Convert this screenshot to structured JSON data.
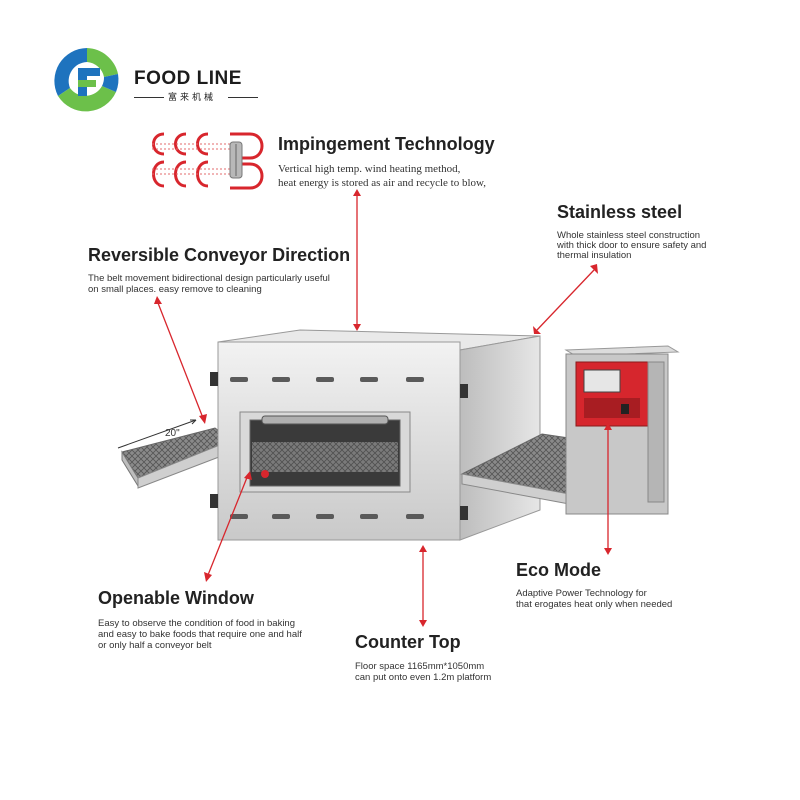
{
  "brand": {
    "name": "FOOD LINE",
    "subtitle": "富来机械"
  },
  "features": {
    "impingement": {
      "title": "Impingement Technology",
      "line1": "Vertical high temp. wind heating method,",
      "line2": "heat energy is stored as air  and recycle to blow,"
    },
    "stainless": {
      "title": "Stainless steel",
      "line1": "Whole stainless steel construction",
      "line2": "with thick door to ensure safety and",
      "line3": "thermal insulation"
    },
    "reversible": {
      "title": "Reversible Conveyor Direction",
      "line1": "The belt movement bidirectional design particularly useful",
      "line2": "on small places. easy remove to cleaning"
    },
    "eco": {
      "title": "Eco Mode",
      "line1": "Adaptive Power Technology for",
      "line2": "that erogates heat only when needed"
    },
    "window": {
      "title": "Openable Window",
      "line1": "Easy to observe the condition of food in baking",
      "line2": "and easy to bake foods that require one and half",
      "line3": "or only half a conveyor belt"
    },
    "counter": {
      "title": "Counter Top",
      "line1": "Floor space 1165mm*1050mm",
      "line2": "can put onto even 1.2m platform"
    }
  },
  "dimension_label": "20\"",
  "colors": {
    "arrow": "#d8262d",
    "logo_blue": "#1e73be",
    "logo_green": "#6cc04a",
    "steel": "#d6d6d6",
    "panel_red": "#d6262d"
  }
}
